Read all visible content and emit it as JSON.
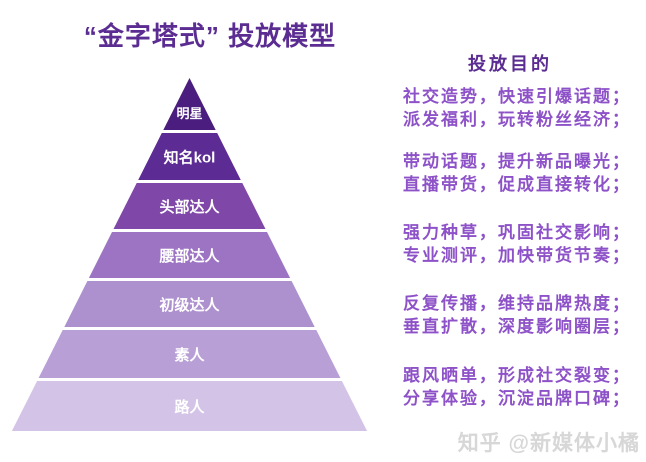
{
  "title": "“金字塔式” 投放模型",
  "pyramid": {
    "levels": [
      {
        "label": "明星",
        "color": "#4A1D7E"
      },
      {
        "label": "知名kol",
        "color": "#5C2B93"
      },
      {
        "label": "头部达人",
        "color": "#7F48A8"
      },
      {
        "label": "腰部达人",
        "color": "#9C74C3"
      },
      {
        "label": "初级达人",
        "color": "#AD90CE"
      },
      {
        "label": "素人",
        "color": "#B89FD6"
      },
      {
        "label": "路人",
        "color": "#D3C3E7"
      }
    ]
  },
  "purpose": {
    "heading": "投放目的",
    "blocks": [
      {
        "lines": [
          "社交造势，快速引爆话题；",
          "派发福利，玩转粉丝经济；"
        ]
      },
      {
        "lines": [
          "带动话题，提升新品曝光；",
          "直播带货，促成直接转化；"
        ]
      },
      {
        "lines": [
          "强力种草，巩固社交影响；",
          "专业测评，加快带货节奏；"
        ]
      },
      {
        "lines": [
          "反复传播，维持品牌热度；",
          "垂直扩散，深度影响圈层；"
        ]
      },
      {
        "lines": [
          "跟风晒单，形成社交裂变；",
          "分享体验，沉淀品牌口碑；"
        ]
      }
    ]
  },
  "watermark": "知乎 @新媒体小橘",
  "colors": {
    "title": "#5B2C91",
    "heading": "#5B2C91",
    "body_text": "#8E52C8",
    "watermark": "#D7D7D7",
    "level_label": "#FFFFFF"
  }
}
